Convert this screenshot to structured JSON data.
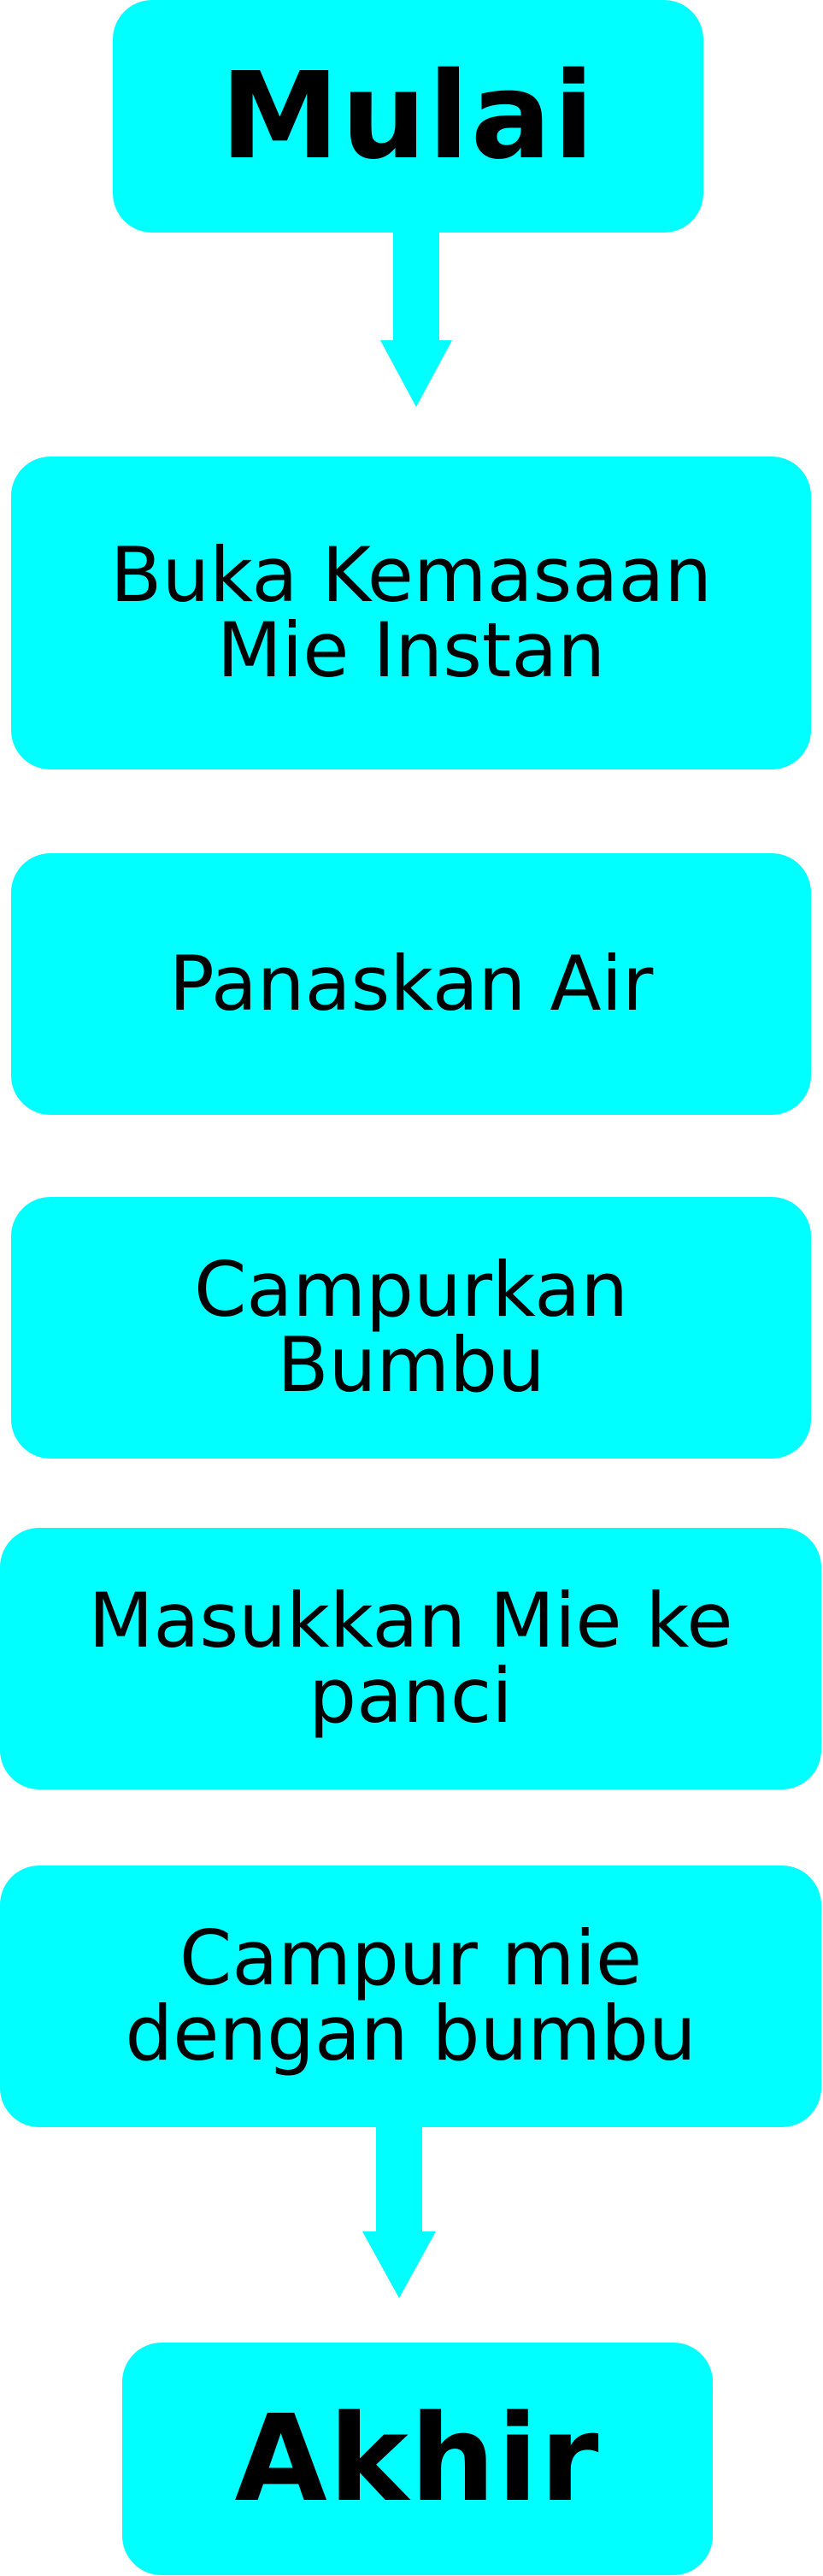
{
  "flowchart": {
    "start": "Mulai",
    "steps": [
      "Buka Kemasaan\nMie Instan",
      "Panaskan Air",
      "Campurkan\nBumbu",
      "Masukkan Mie ke\npanci",
      "Campur mie\ndengan bumbu"
    ],
    "end": "Akhir"
  },
  "colors": {
    "box_fill": "#00ffff",
    "arrow": "#00ffff",
    "text": "#000000"
  }
}
